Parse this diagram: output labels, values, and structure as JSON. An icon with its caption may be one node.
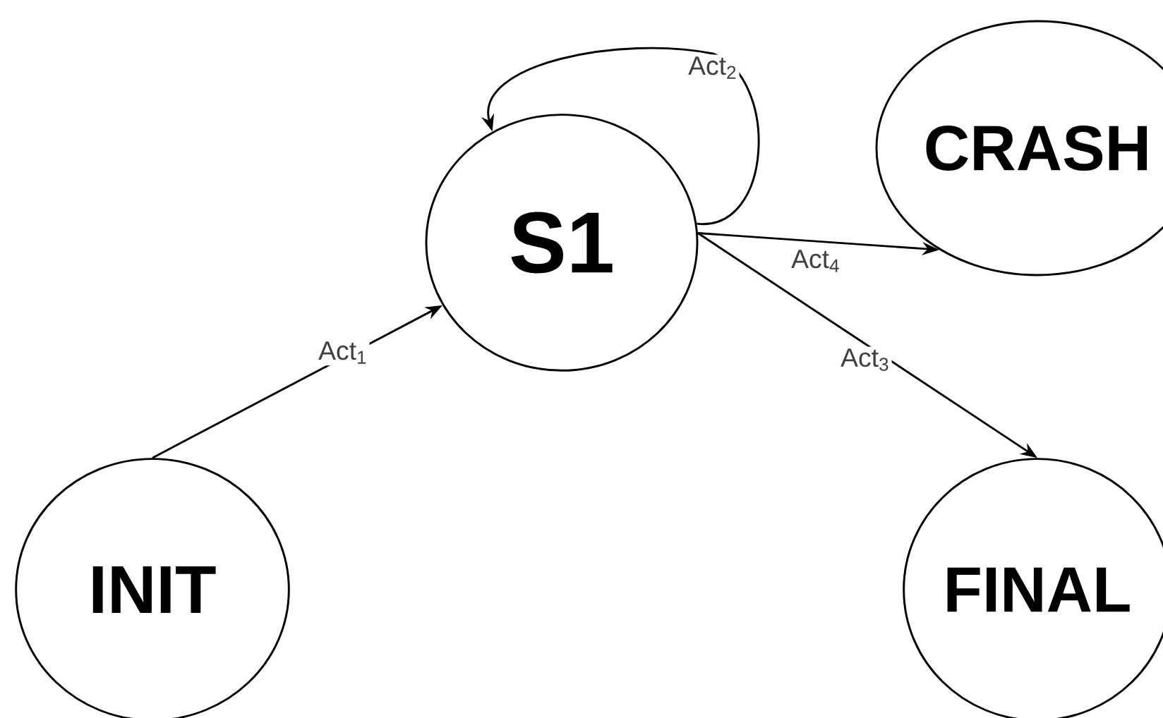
{
  "diagram": {
    "nodes": [
      {
        "text": [
          "INIT"
        ]
      },
      {
        "text": [
          "S1"
        ]
      },
      {
        "text": [
          "CRASH"
        ]
      },
      {
        "text": [
          "FINAL"
        ]
      }
    ],
    "edges": [
      {
        "from": 0,
        "to": 1,
        "arrow": "to",
        "label": "Act$_{1}$"
      },
      {
        "from": 1,
        "to": 1,
        "arrow": "to",
        "label": "Act$_{2}$"
      },
      {
        "from": 1,
        "to": 2,
        "arrow": "to",
        "label": "Act$_{4}$"
      },
      {
        "from": 1,
        "to": 3,
        "arrow": "to",
        "label": "Act$_{3}$"
      }
    ]
  }
}
